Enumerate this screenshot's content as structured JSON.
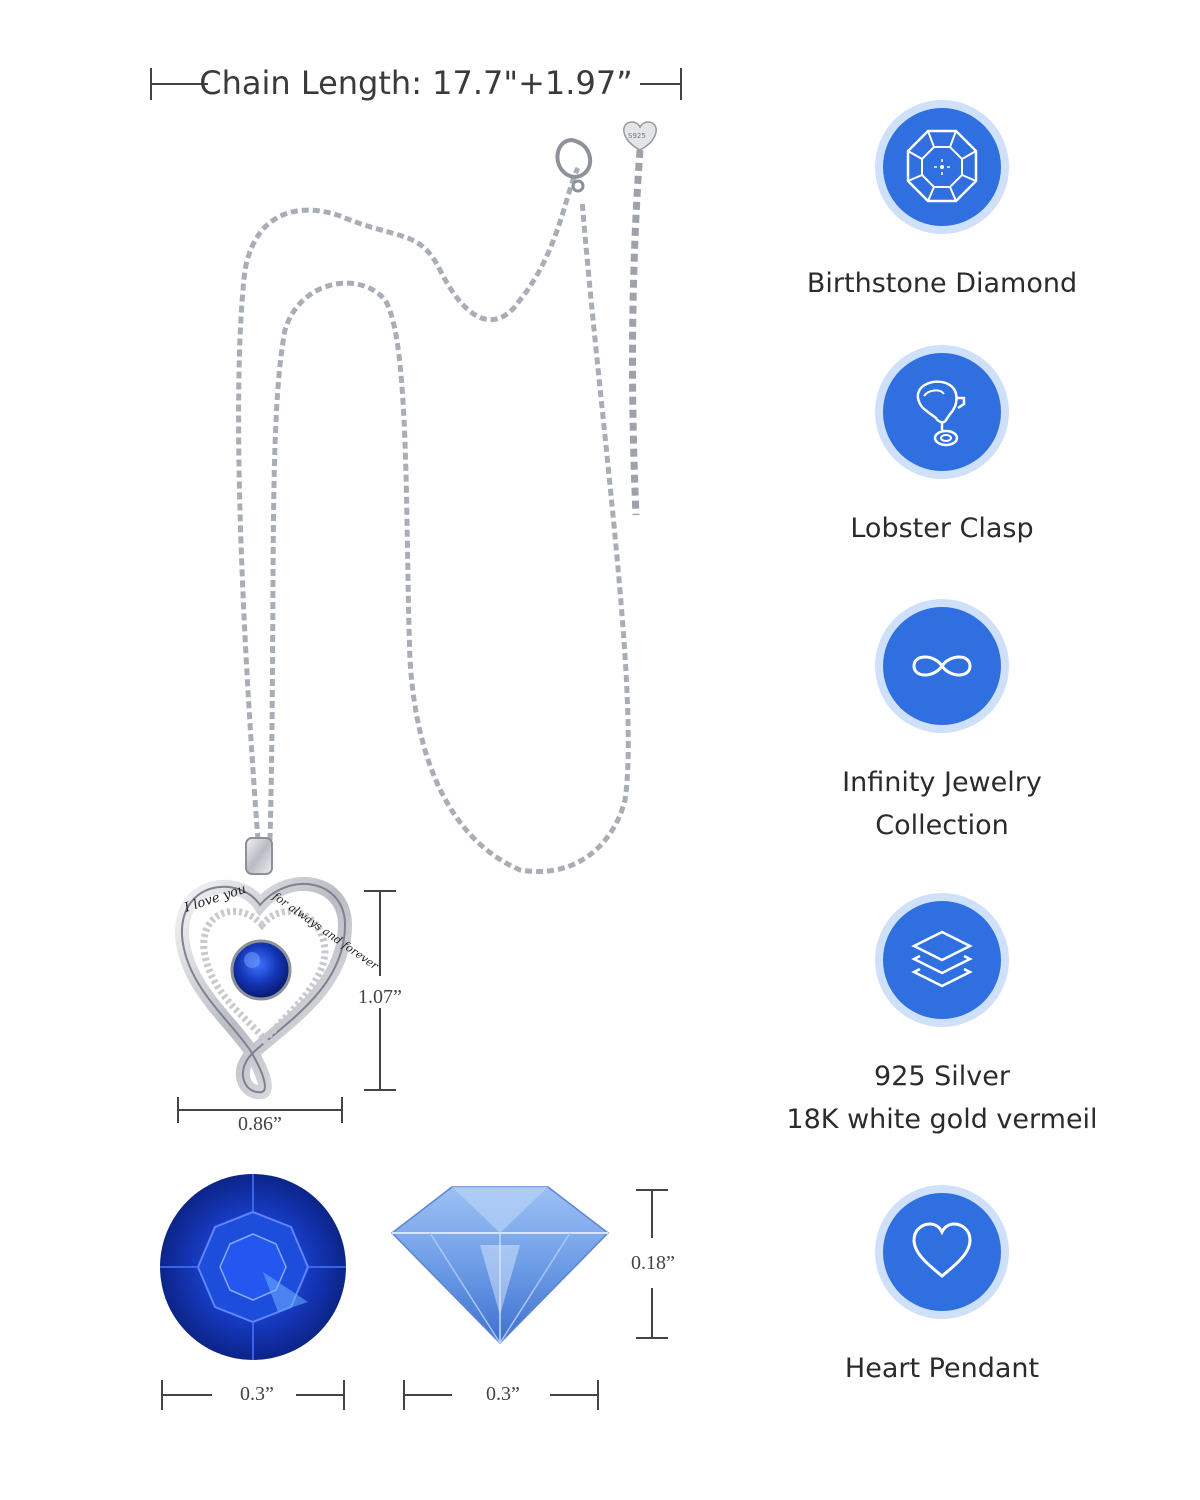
{
  "chain_length": "Chain Length: 17.7\"+1.97”",
  "engraving": {
    "left": "I love you",
    "right": "for always and forever"
  },
  "tag_text": "S925",
  "dimensions": {
    "pendant_height": "1.07”",
    "pendant_width": "0.86”",
    "stone_diameter": "0.3”",
    "stone_side_width": "0.3”",
    "stone_depth": "0.18”"
  },
  "features": [
    {
      "icon": "gem-icon",
      "lines": [
        "Birthstone Diamond"
      ]
    },
    {
      "icon": "lobster-clasp-icon",
      "lines": [
        "Lobster Clasp"
      ]
    },
    {
      "icon": "infinity-icon",
      "lines": [
        "Infinity Jewelry",
        "Collection"
      ]
    },
    {
      "icon": "layers-icon",
      "lines": [
        "925 Silver",
        "18K white gold vermeil"
      ]
    },
    {
      "icon": "heart-icon",
      "lines": [
        "Heart Pendant"
      ]
    }
  ],
  "colors": {
    "badge_blue": "#2f6fe0",
    "badge_ring": "#cfe0fb",
    "stone_blue": "#1436b8",
    "stone_light_blue": "#6e9de6"
  }
}
